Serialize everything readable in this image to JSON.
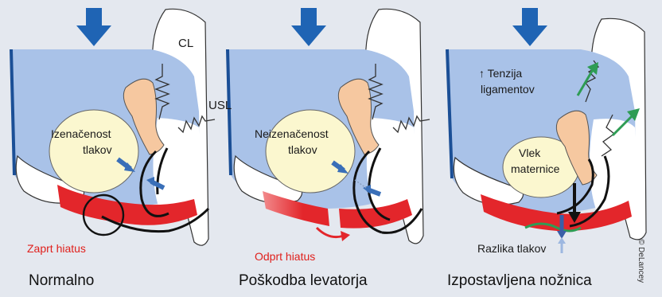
{
  "panels": [
    {
      "inner_labels": [
        "Izenačenost",
        "tlakov"
      ],
      "ligament_labels": {
        "cl": "CL",
        "usl": "USL"
      },
      "status_label": "Zaprt hiatus",
      "caption": "Normalno"
    },
    {
      "inner_labels": [
        "Neizenačenost",
        "tlakov"
      ],
      "status_label": "Odprt hiatus",
      "caption": "Poškodba levatorja"
    },
    {
      "top_labels": [
        "↑ Tenzija",
        "ligamentov"
      ],
      "inner_labels": [
        "Vlek",
        "maternice"
      ],
      "bottom_label": "Razlika tlakov",
      "caption": "Izpostavljena nožnica"
    }
  ],
  "credit": "© DeLancey",
  "colors": {
    "background": "#e4e8ef",
    "cavity_blue": "#a9c2e8",
    "downward_arrow": "#1f64b4",
    "uterus": "#f6c8a0",
    "bladder_yellow": "#fbf7cf",
    "muscle_red": "#e3262b",
    "tension_arrow": "#2e9c54",
    "label_red": "#e0201c"
  },
  "icons": [
    "down-arrow-icon",
    "spring-icon",
    "curved-arrow-icon"
  ]
}
